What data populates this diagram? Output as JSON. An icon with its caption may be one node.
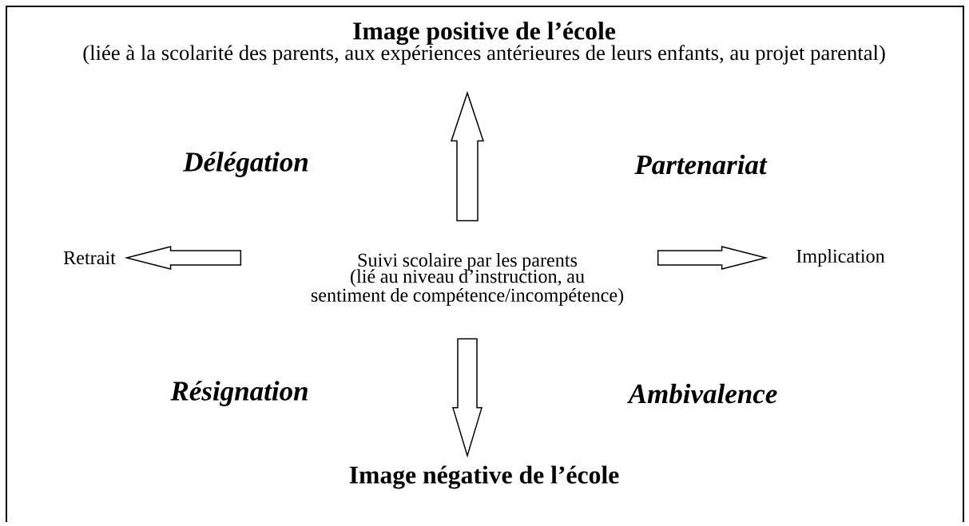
{
  "diagram": {
    "nodes": [
      {
        "text": [
          "Image positive de l’école",
          "(liée à la scolarité des parents, aux expériences antérieures de leurs enfants, au projet parental)"
        ]
      },
      {
        "text": [
          "Retrait"
        ]
      },
      {
        "text": [
          "Suivi scolaire par les parents",
          "(lié au niveau d’instruction, au sentiment de compétence/incompétence)"
        ]
      },
      {
        "text": [
          "Implication"
        ]
      },
      {
        "text": [
          "Image négative de l’école"
        ]
      }
    ],
    "edges": [
      {
        "from": 2,
        "to": 0,
        "arrow": "to"
      },
      {
        "from": 2,
        "to": 1,
        "arrow": "to"
      },
      {
        "from": 2,
        "to": 3,
        "arrow": "to"
      },
      {
        "from": 2,
        "to": 4,
        "arrow": "to"
      }
    ],
    "labels": [
      "Délégation",
      "Partenariat",
      "Résignation",
      "Ambivalence"
    ]
  }
}
